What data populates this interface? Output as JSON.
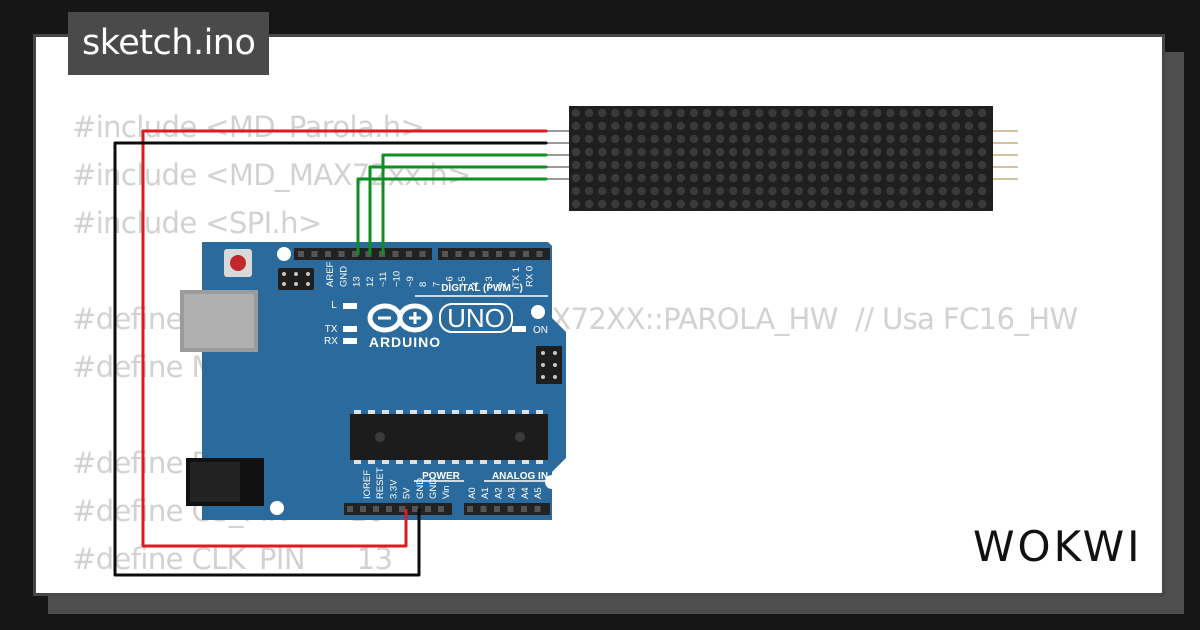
{
  "sketch_title": "sketch.ino",
  "code_lines": [
    "#include <MD_Parola.h>",
    "#include <MD_MAX72xx.h>",
    "#include <SPI.h>",
    "",
    "#define HARDWARE_TYPE MD_MAX72XX::PAROLA_HW  // Usa FC16_HW",
    "#define MAX_DEVICES 4",
    "",
    "#define DATA_PIN     11",
    "#define CS_PIN       10",
    "#define CLK_PIN      13"
  ],
  "board": {
    "name_uno": "UNO",
    "name_arduino": "ARDUINO",
    "digital_header": "DIGITAL (PWM ~)",
    "digital_pins": [
      "AREF",
      "GND",
      "13",
      "12",
      "~11",
      "~10",
      "~9",
      "8",
      "7",
      "~6",
      "~5",
      "4",
      "~3",
      "2",
      "TX 1",
      "RX 0"
    ],
    "led_labels": [
      "L",
      "TX",
      "RX"
    ],
    "on_label": "ON",
    "power_header": "POWER",
    "analog_header": "ANALOG IN",
    "power_pins": [
      "IOREF",
      "RESET",
      "3.3V",
      "5V",
      "GND",
      "GND",
      "Vin"
    ],
    "analog_pins": [
      "A0",
      "A1",
      "A2",
      "A3",
      "A4",
      "A5"
    ]
  },
  "logo_text": "WOKWI",
  "colors": {
    "board": "#2b6a9c",
    "wire_power": "#e0191c",
    "wire_ground": "#0c0c0c",
    "wire_signal": "#0e8f21",
    "matrix": "#1f1f1f",
    "background": "#161616",
    "title_bg": "#4a4a4a"
  }
}
